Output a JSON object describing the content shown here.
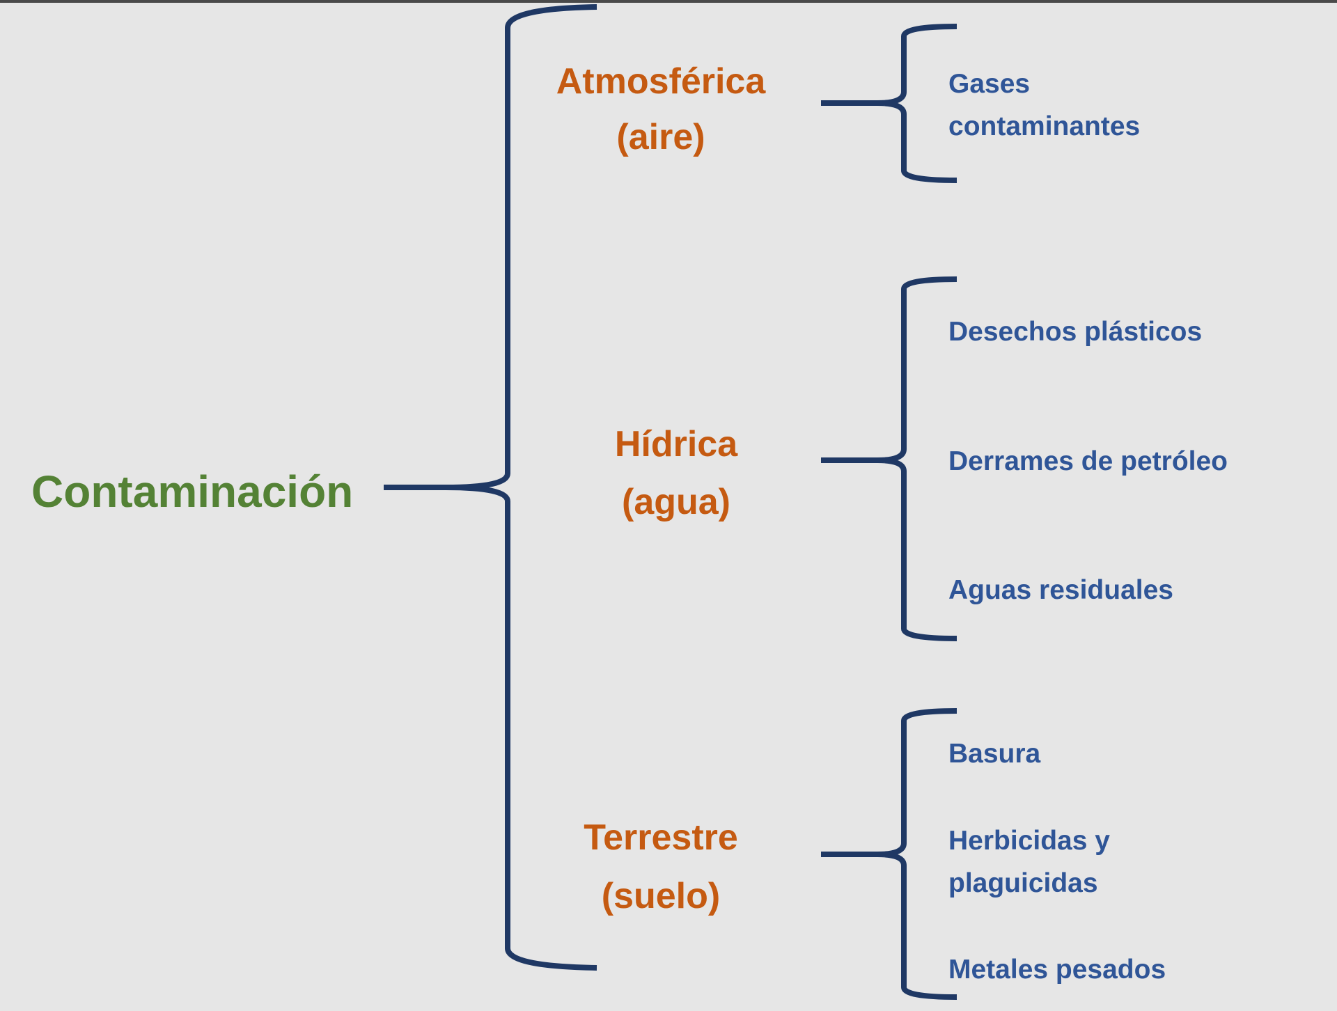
{
  "root": "Contaminación",
  "categories": [
    {
      "line1": "Atmosférica",
      "line2": "(aire)",
      "items": [
        "Gases",
        "contaminantes"
      ]
    },
    {
      "line1": "Hídrica",
      "line2": "(agua)",
      "items": [
        "Desechos plásticos",
        "Derrames de petróleo",
        "Aguas residuales"
      ]
    },
    {
      "line1": "Terrestre",
      "line2": "(suelo)",
      "items": [
        "Basura",
        "Herbicidas y",
        "plaguicidas",
        "Metales pesados"
      ]
    }
  ],
  "colors": {
    "root": "#548235",
    "category": "#C55A11",
    "leaf": "#2F5597",
    "brace": "#1F3864",
    "background": "#e6e6e6"
  }
}
